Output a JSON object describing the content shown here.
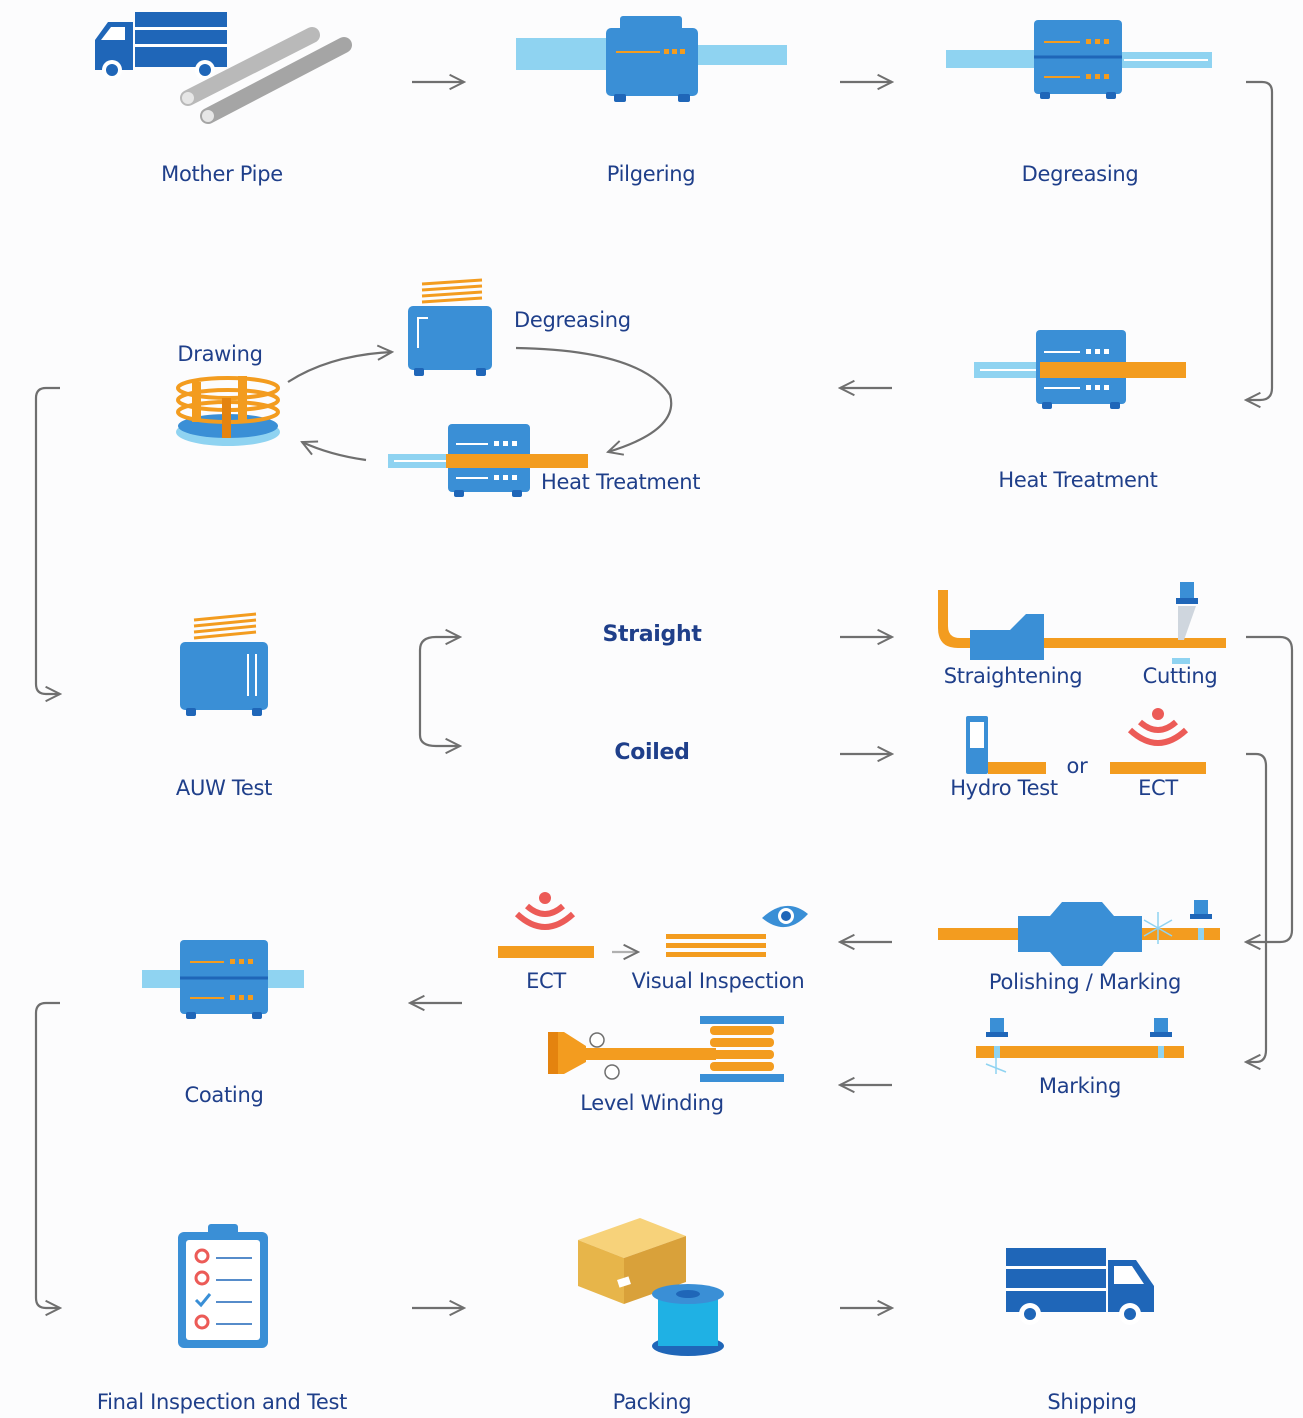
{
  "colors": {
    "blue": "#3a8fd6",
    "blue_dark": "#1f66b8",
    "navy_text": "#1f3f8a",
    "light_blue": "#8fd3f1",
    "orange": "#f39c1f",
    "red": "#ec5b57",
    "gray_arrow": "#6f6f6f"
  },
  "steps": {
    "mother_pipe": "Mother Pipe",
    "pilgering": "Pilgering",
    "degreasing_1": "Degreasing",
    "heat_treatment_1": "Heat Treatment",
    "drawing": "Drawing",
    "degreasing_2": "Degreasing",
    "heat_treatment_2": "Heat Treatment",
    "auw_test": "AUW Test",
    "straight": "Straight",
    "coiled": "Coiled",
    "straightening": "Straightening",
    "cutting": "Cutting",
    "hydro_test": "Hydro Test",
    "or": "or",
    "ect_1": "ECT",
    "polishing_marking": "Polishing / Marking",
    "marking": "Marking",
    "ect_2": "ECT",
    "visual_inspection": "Visual Inspection",
    "level_winding": "Level Winding",
    "coating": "Coating",
    "final_inspection": "Final Inspection and Test",
    "packing": "Packing",
    "shipping": "Shipping"
  },
  "icons": [
    "truck-with-pipes-icon",
    "pilger-machine-icon",
    "degreasing-machine-icon",
    "heat-treatment-furnace-icon",
    "drawing-coil-icon",
    "degreasing-tank-icon",
    "ut-test-tank-icon",
    "straightener-icon",
    "cutter-icon",
    "hydro-test-icon",
    "eddy-current-icon",
    "polisher-icon",
    "marker-icon",
    "eye-icon",
    "level-winder-icon",
    "coating-machine-icon",
    "checklist-icon",
    "package-icon",
    "delivery-truck-icon"
  ]
}
